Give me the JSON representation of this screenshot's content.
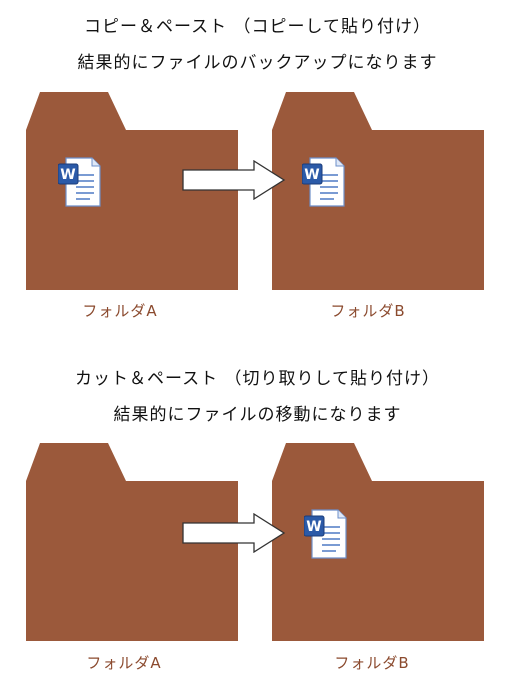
{
  "sections": [
    {
      "title": "コピー＆ペースト （コピーして貼り付け）",
      "subtitle": "結果的にファイルのバックアップになります",
      "folder_a": "フォルダA",
      "folder_b": "フォルダB"
    },
    {
      "title": "カット＆ペースト （切り取りして貼り付け）",
      "subtitle": "結果的にファイルの移動になります",
      "folder_a": "フォルダA",
      "folder_b": "フォルダB"
    }
  ],
  "icons": {
    "folder": "folder-icon",
    "document": "word-document-icon",
    "arrow": "right-arrow-icon"
  },
  "colors": {
    "folder": "#9b593b",
    "label": "#8b4a2e",
    "doc_blue": "#2b5aa8"
  }
}
